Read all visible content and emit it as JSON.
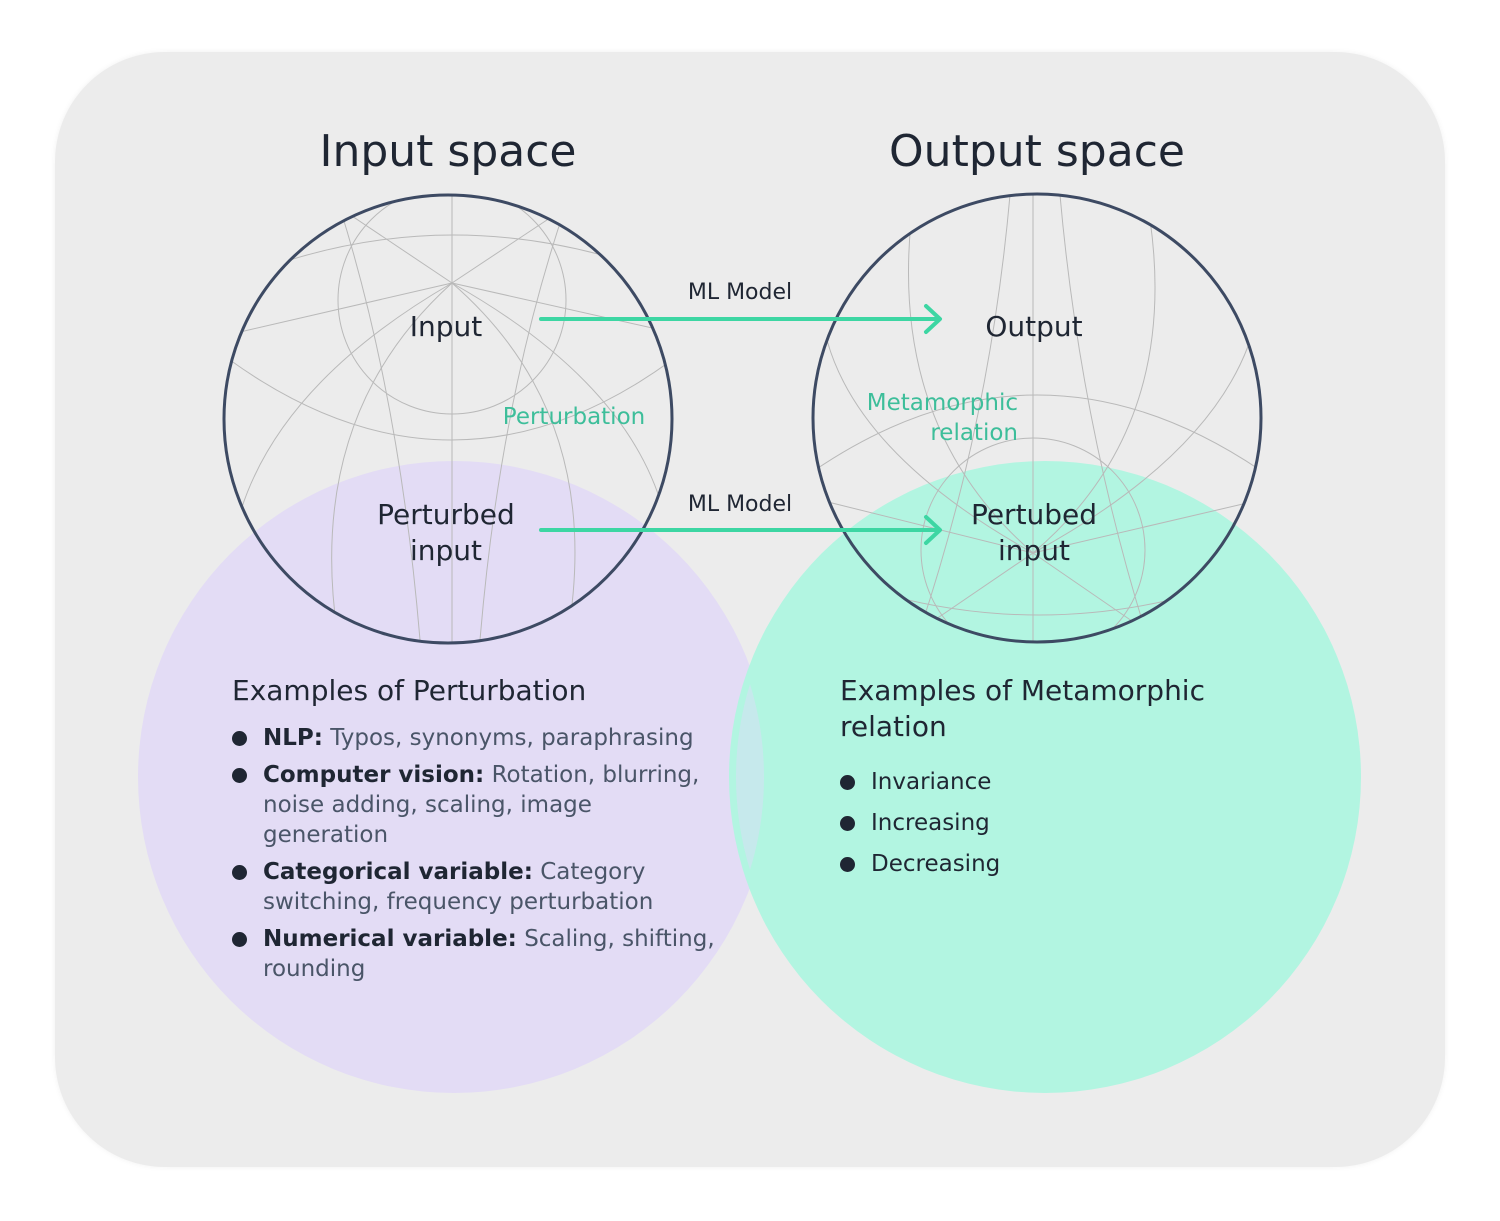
{
  "titles": {
    "input_space": "Input space",
    "output_space": "Output space"
  },
  "input_circle": {
    "input_label": "Input",
    "perturbation_label": "Perturbation",
    "perturbed_label_line1": "Perturbed",
    "perturbed_label_line2": "input"
  },
  "output_circle": {
    "output_label": "Output",
    "relation_label_line1": "Metamorphic",
    "relation_label_line2": "relation",
    "perturbed_label_line1": "Pertubed",
    "perturbed_label_line2": "input"
  },
  "arrows": {
    "top_label": "ML Model",
    "bottom_label": "ML Model"
  },
  "perturbation_examples": {
    "heading": "Examples of Perturbation",
    "items": [
      {
        "term": "NLP:",
        "detail": "Typos, synonyms, paraphrasing"
      },
      {
        "term": "Computer vision:",
        "detail": "Rotation, blurring, noise adding, scaling, image generation"
      },
      {
        "term": "Categorical variable:",
        "detail": "Category switching, frequency perturbation"
      },
      {
        "term": "Numerical variable:",
        "detail": "Scaling, shifting, rounding"
      }
    ]
  },
  "relation_examples": {
    "heading": "Examples of Metamorphic relation",
    "items": [
      "Invariance",
      "Increasing",
      "Decreasing"
    ]
  },
  "colors": {
    "background_card": "#ececec",
    "purple_circle": "#e3dcf5",
    "mint_circle": "#b2f5e1",
    "accent_green": "#3dbe9a",
    "dark_text": "#1f2633",
    "circle_outline": "#3d4a63"
  }
}
